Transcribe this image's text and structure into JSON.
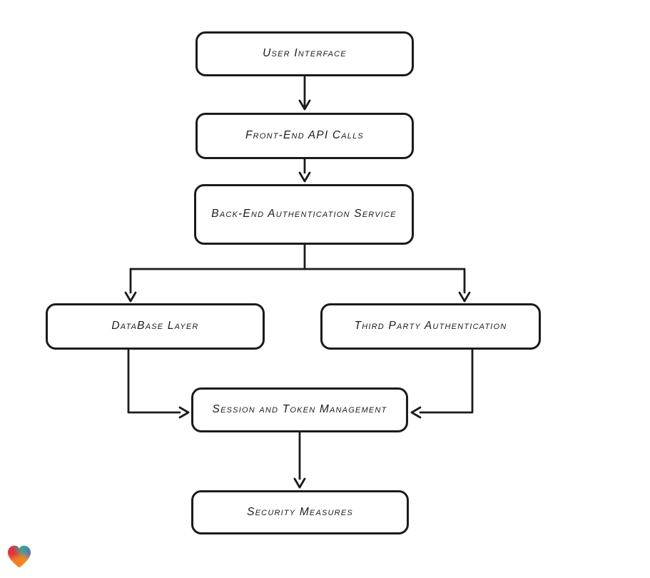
{
  "diagram": {
    "type": "flowchart",
    "background": "#ffffff",
    "stroke_color": "#1b1b1b",
    "node_fill": "#ffffff",
    "nodes": [
      {
        "id": "user-interface",
        "label": "User Interface"
      },
      {
        "id": "front-end-api-calls",
        "label": "Front-End API Calls"
      },
      {
        "id": "back-end-authentication-service",
        "label": "Back-End Authentication Service"
      },
      {
        "id": "database-layer",
        "label": "DataBase Layer"
      },
      {
        "id": "third-party-authentication",
        "label": "Third Party Authentication"
      },
      {
        "id": "session-and-token-management",
        "label": "Session and Token Management"
      },
      {
        "id": "security-measures",
        "label": "Security Measures"
      }
    ],
    "edges": [
      {
        "from": "user-interface",
        "to": "front-end-api-calls"
      },
      {
        "from": "front-end-api-calls",
        "to": "back-end-authentication-service"
      },
      {
        "from": "back-end-authentication-service",
        "to": "database-layer"
      },
      {
        "from": "back-end-authentication-service",
        "to": "third-party-authentication"
      },
      {
        "from": "database-layer",
        "to": "session-and-token-management"
      },
      {
        "from": "third-party-authentication",
        "to": "session-and-token-management"
      },
      {
        "from": "session-and-token-management",
        "to": "security-measures"
      }
    ]
  },
  "logo": {
    "name": "gradient-heart-logo",
    "colors": [
      "#ee2a3a",
      "#19b3a5",
      "#3e66e8",
      "#f6941c"
    ]
  }
}
